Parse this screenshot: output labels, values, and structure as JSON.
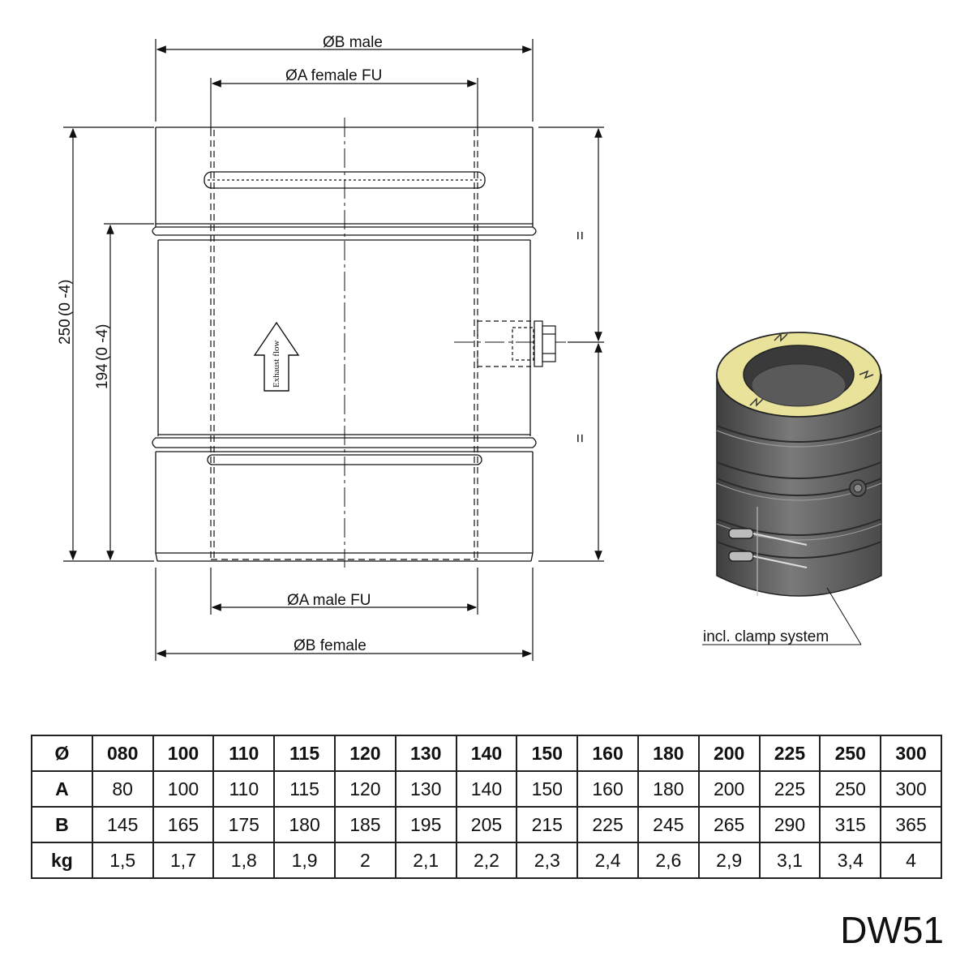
{
  "drawing": {
    "dims": {
      "b_male": "ØB male",
      "a_female": "ØA female FU",
      "a_male": "ØA male FU",
      "b_female": "ØB female",
      "height_total": "250",
      "height_tol": "(0 -4)",
      "height_inner": "194",
      "inner_tol": "(0 -4)",
      "equal_mark": "="
    },
    "flow_label": "Exhaust flow",
    "clamp_label": "incl. clamp system"
  },
  "table": {
    "headers": [
      "Ø",
      "080",
      "100",
      "110",
      "115",
      "120",
      "130",
      "140",
      "150",
      "160",
      "180",
      "200",
      "225",
      "250",
      "300"
    ],
    "rows": [
      {
        "label": "A",
        "values": [
          "80",
          "100",
          "110",
          "115",
          "120",
          "130",
          "140",
          "150",
          "160",
          "180",
          "200",
          "225",
          "250",
          "300"
        ]
      },
      {
        "label": "B",
        "values": [
          "145",
          "165",
          "175",
          "180",
          "185",
          "195",
          "205",
          "215",
          "225",
          "245",
          "265",
          "290",
          "315",
          "365"
        ]
      },
      {
        "label": "kg",
        "values": [
          "1,5",
          "1,7",
          "1,8",
          "1,9",
          "2",
          "2,1",
          "2,2",
          "2,3",
          "2,4",
          "2,6",
          "2,9",
          "3,1",
          "3,4",
          "4"
        ]
      }
    ]
  },
  "product_code": "DW51",
  "colors": {
    "insulation": "#e8e29a",
    "body": "#6e6e6e",
    "line": "#111111"
  }
}
